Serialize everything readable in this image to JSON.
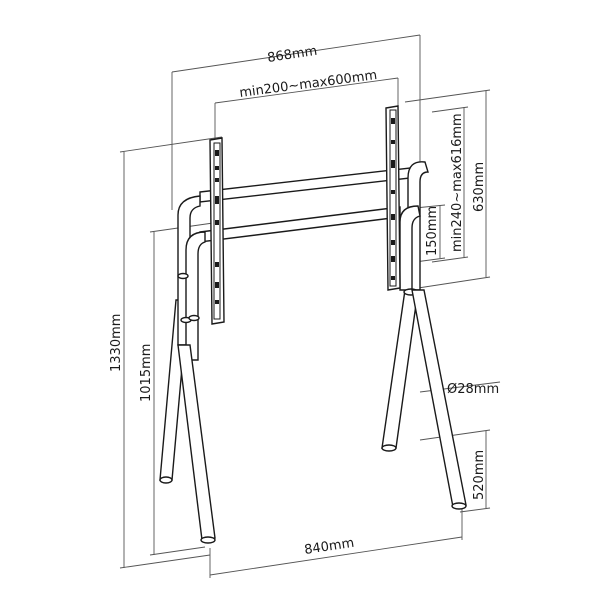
{
  "dimensions": {
    "overall_width": "868mm",
    "vesa_horizontal": "min200~max600mm",
    "vesa_vertical": "min240~max616mm",
    "bracket_height": "630mm",
    "adjust_step": "150mm",
    "total_height": "1330mm",
    "min_height": "1015mm",
    "tube_diameter": "Ø28mm",
    "foot_height": "520mm",
    "base_width": "840mm"
  }
}
